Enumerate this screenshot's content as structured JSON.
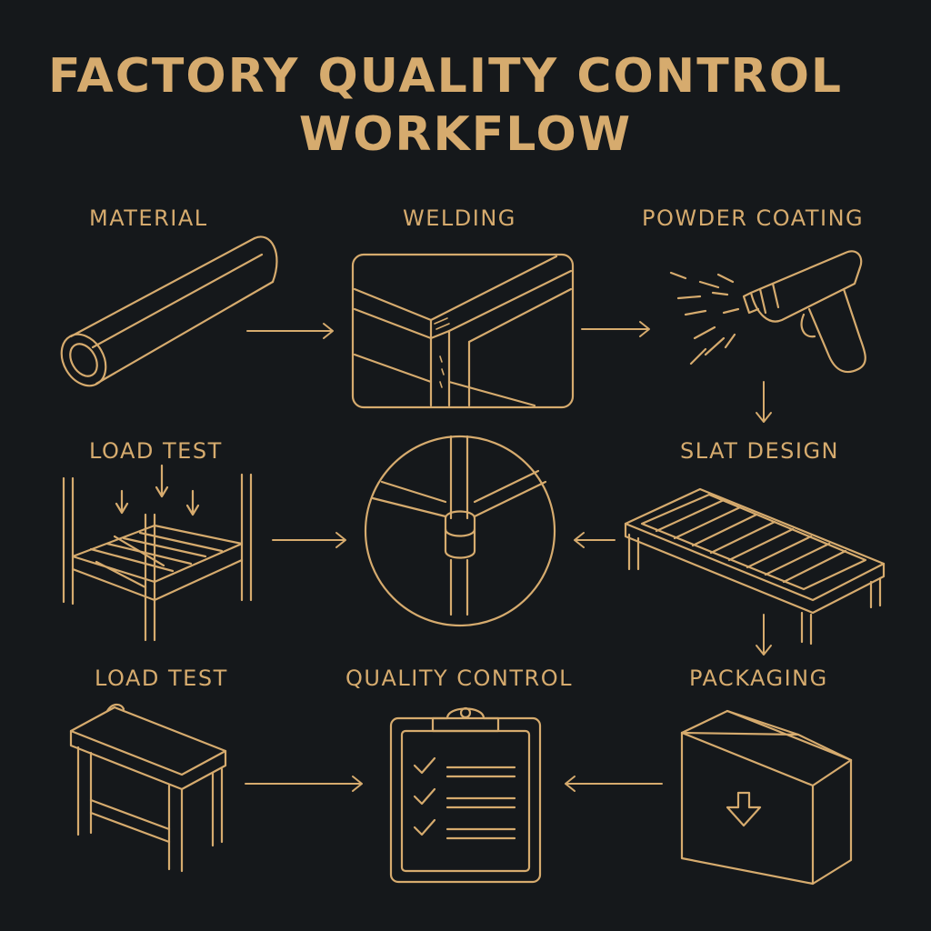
{
  "title": {
    "line1": "FACTORY QUALITY CONTROL",
    "line2": "WORKFLOW"
  },
  "colors": {
    "background": "#15181b",
    "accent": "#d6ab6e"
  },
  "steps": [
    {
      "label": "MATERIAL",
      "icon": "pipe-icon"
    },
    {
      "label": "WELDING",
      "icon": "weld-joint-icon"
    },
    {
      "label": "POWDER COATING",
      "icon": "spray-gun-icon"
    },
    {
      "label": "LOAD TEST",
      "icon": "load-frame-icon"
    },
    {
      "label": "",
      "icon": "joint-detail-icon"
    },
    {
      "label": "SLAT DESIGN",
      "icon": "slat-bed-icon"
    },
    {
      "label": "LOAD TEST",
      "icon": "bench-icon"
    },
    {
      "label": "QUALITY CONTROL",
      "icon": "clipboard-checklist-icon"
    },
    {
      "label": "PACKAGING",
      "icon": "box-icon"
    }
  ]
}
